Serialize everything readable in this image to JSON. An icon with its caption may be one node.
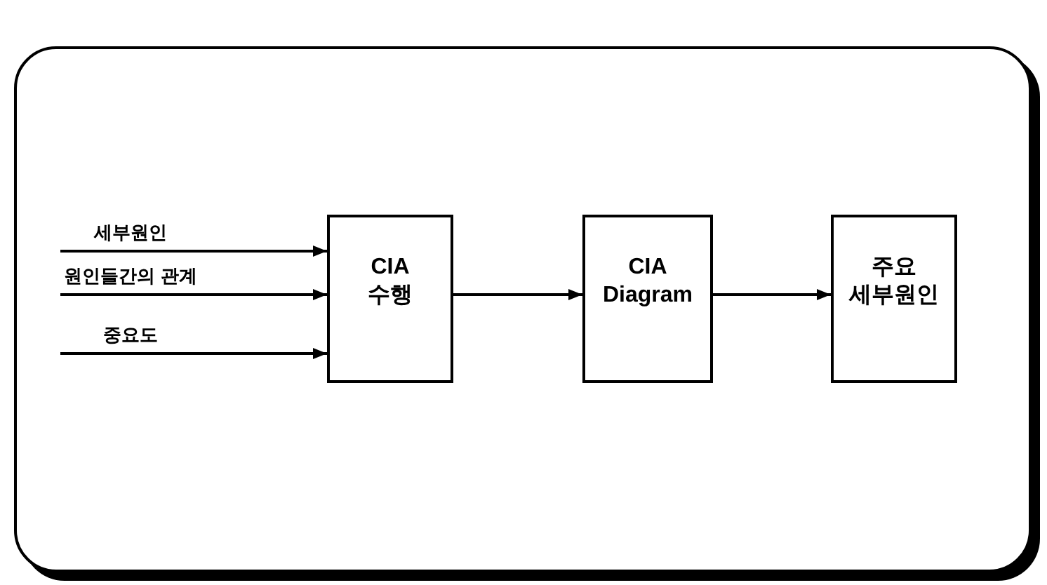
{
  "diagram": {
    "nodes": [
      {
        "text": [
          "CIA 수행"
        ]
      },
      {
        "text": [
          "CIA Diagram"
        ]
      },
      {
        "text": [
          "주요 세부원인"
        ]
      }
    ],
    "edges": [
      {
        "from": null,
        "to": 0,
        "arrow": "to",
        "label": "세부원인"
      },
      {
        "from": null,
        "to": 0,
        "arrow": "to",
        "label": "원인들간의 관계"
      },
      {
        "from": null,
        "to": 0,
        "arrow": "to",
        "label": "중요도"
      },
      {
        "from": 0,
        "to": 1,
        "arrow": "to"
      },
      {
        "from": 1,
        "to": 2,
        "arrow": "to"
      }
    ]
  }
}
